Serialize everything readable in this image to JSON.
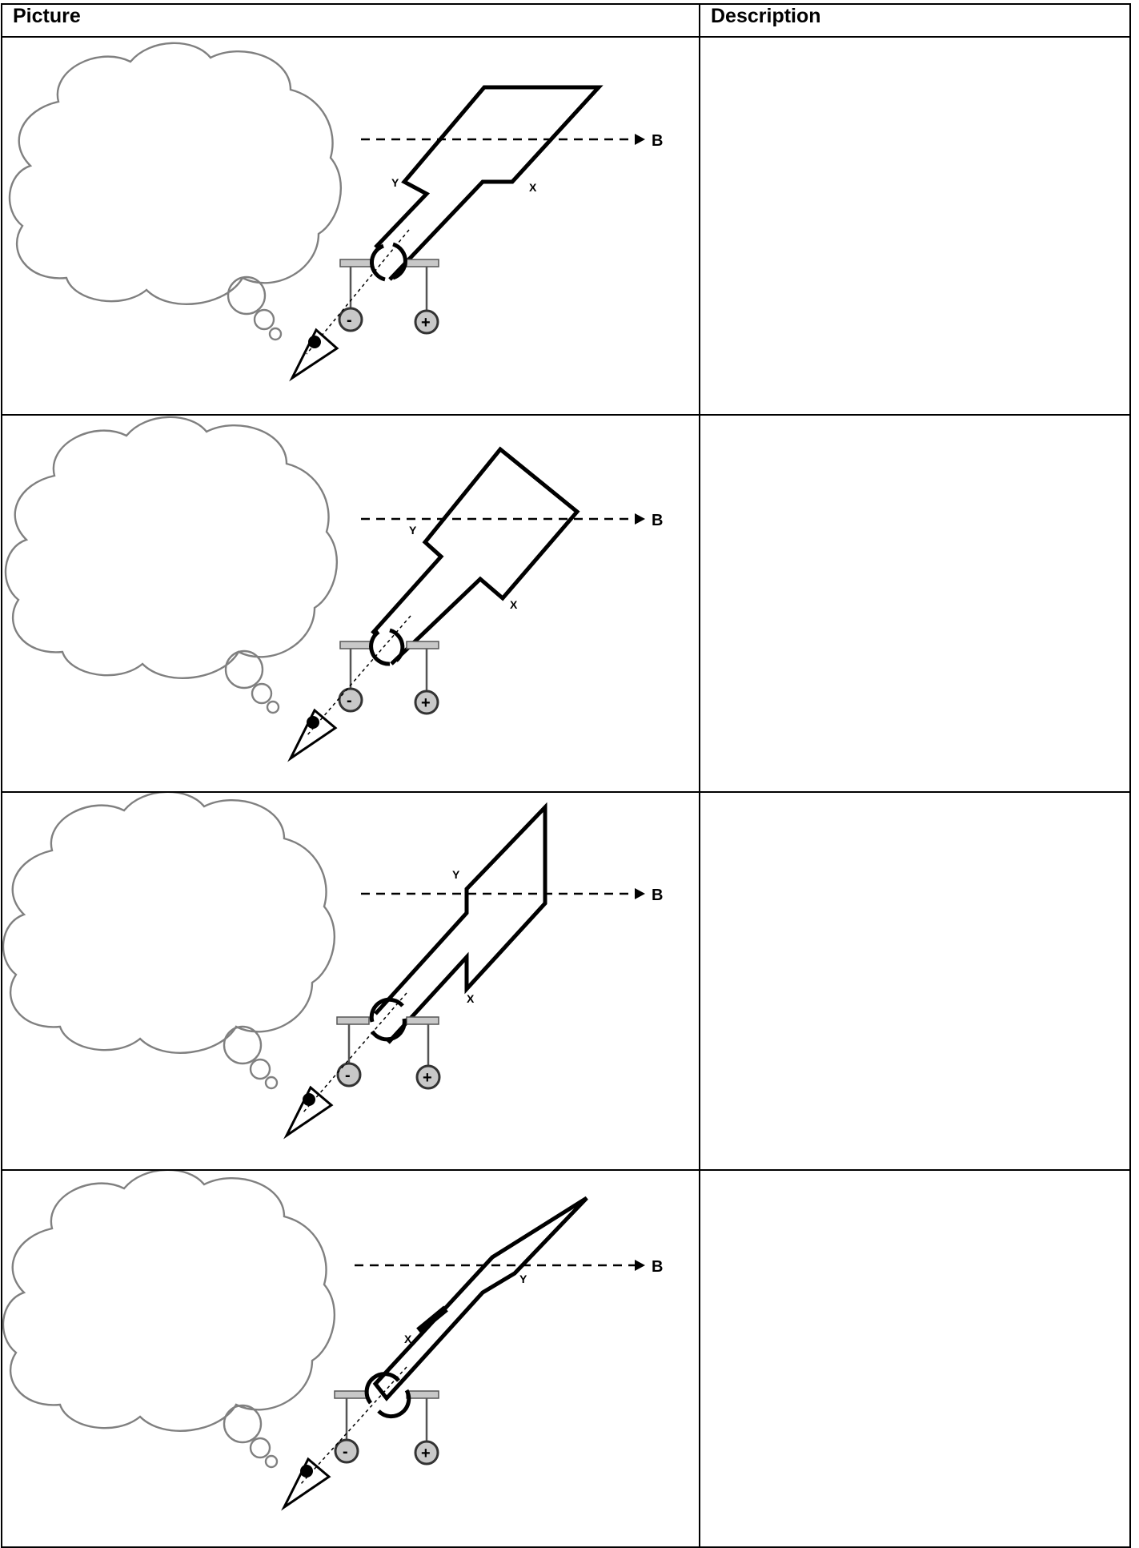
{
  "table": {
    "headers": {
      "picture": "Picture",
      "description": "Description"
    }
  },
  "rows": [
    {
      "label_b": "B",
      "label_x": "X",
      "label_y": "Y",
      "minus": "-",
      "plus": "+",
      "description": ""
    },
    {
      "label_b": "B",
      "label_x": "X",
      "label_y": "Y",
      "minus": "-",
      "plus": "+",
      "description": ""
    },
    {
      "label_b": "B",
      "label_x": "X",
      "label_y": "Y",
      "minus": "-",
      "plus": "+",
      "description": ""
    },
    {
      "label_b": "B",
      "label_x": "X",
      "label_y": "Y",
      "minus": "-",
      "plus": "+",
      "description": ""
    }
  ]
}
